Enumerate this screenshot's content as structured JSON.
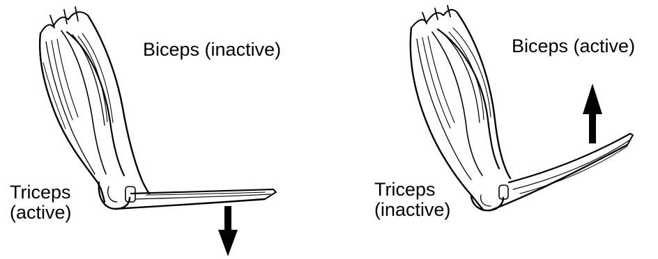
{
  "left_panel": {
    "biceps_label": "Biceps (inactive)",
    "triceps_label_line1": "Triceps",
    "triceps_label_line2": "(active)",
    "arrow_direction": "down"
  },
  "right_panel": {
    "biceps_label": "Biceps (active)",
    "triceps_label_line1": "Triceps",
    "triceps_label_line2": "(inactive)",
    "arrow_direction": "up"
  },
  "colors": {
    "ink": "#000000",
    "background": "#ffffff"
  }
}
